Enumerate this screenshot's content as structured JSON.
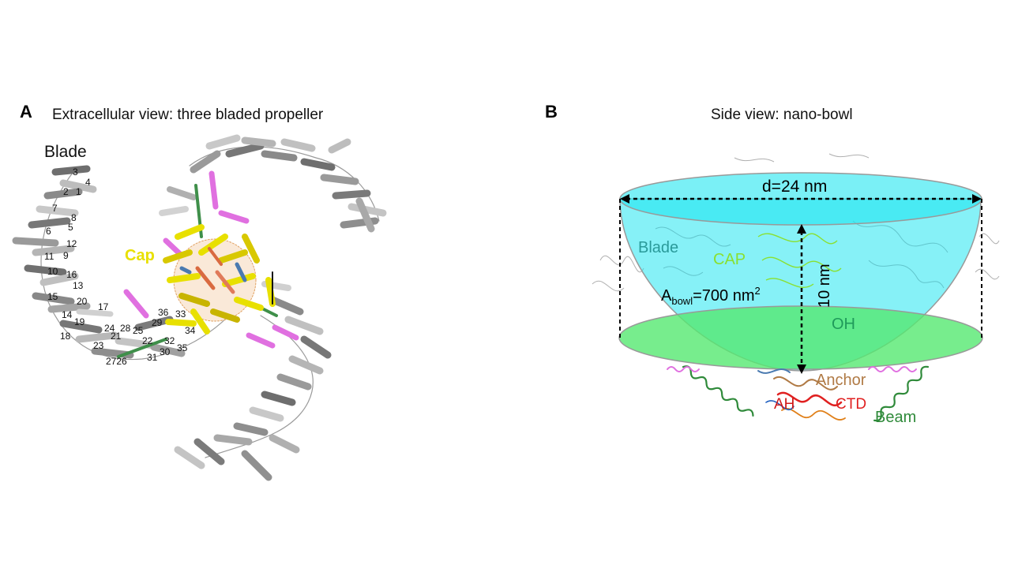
{
  "panel_a": {
    "letter": "A",
    "title": "Extracellular view: three bladed propeller",
    "blade_label": "Blade",
    "cap_label": "Cap",
    "helix_numbers": [
      "3",
      "4",
      "2",
      "1",
      "7",
      "8",
      "6",
      "5",
      "12",
      "11",
      "9",
      "10",
      "16",
      "13",
      "15",
      "20",
      "17",
      "14",
      "19",
      "18",
      "24",
      "28",
      "25",
      "23",
      "21",
      "22",
      "2726",
      "36",
      "29",
      "33",
      "32",
      "34",
      "30",
      "35",
      "31"
    ]
  },
  "panel_b": {
    "letter": "B",
    "title": "Side view: nano-bowl",
    "diameter_label": "d=24 nm",
    "depth_label": "10 nm",
    "blade_label": "Blade",
    "cap_label": "CAP",
    "area_label_main": "A",
    "area_label_sub": "bowl",
    "area_label_value": "=700 nm",
    "area_label_sup": "2",
    "oh_label": "OH",
    "anchor_label": "Anchor",
    "ah_label": "AH",
    "ctd_label": "CTD",
    "beam_label": "Beam"
  },
  "colors": {
    "cap": "#e8e000",
    "blade_gray": "#a8a8a8",
    "bowl_cyan": "#22e6f0",
    "oh_green": "#55e870",
    "beam_green": "#2f8a3a",
    "anchor_brown": "#b07a45",
    "ctd_red": "#e02020",
    "helix_pink": "#e070e0"
  }
}
